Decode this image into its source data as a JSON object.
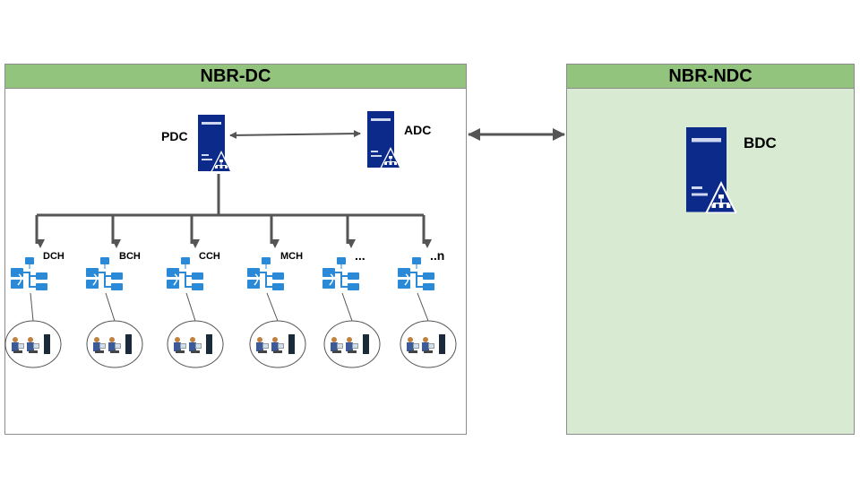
{
  "zones": {
    "dc": {
      "title": "NBR-DC"
    },
    "ndc": {
      "title": "NBR-NDC"
    }
  },
  "servers": {
    "pdc": "PDC",
    "adc": "ADC",
    "bdc": "BDC"
  },
  "branches": [
    {
      "label": "DCH"
    },
    {
      "label": "BCH"
    },
    {
      "label": "CCH"
    },
    {
      "label": "MCH"
    },
    {
      "label": "..."
    },
    {
      "label": "..n"
    }
  ],
  "colors": {
    "server": "#0b2a8a",
    "zone_header": "#92c47d",
    "ndc_fill": "#d9ead3",
    "connector": "#555555",
    "network_icon": "#2a8ad8"
  }
}
